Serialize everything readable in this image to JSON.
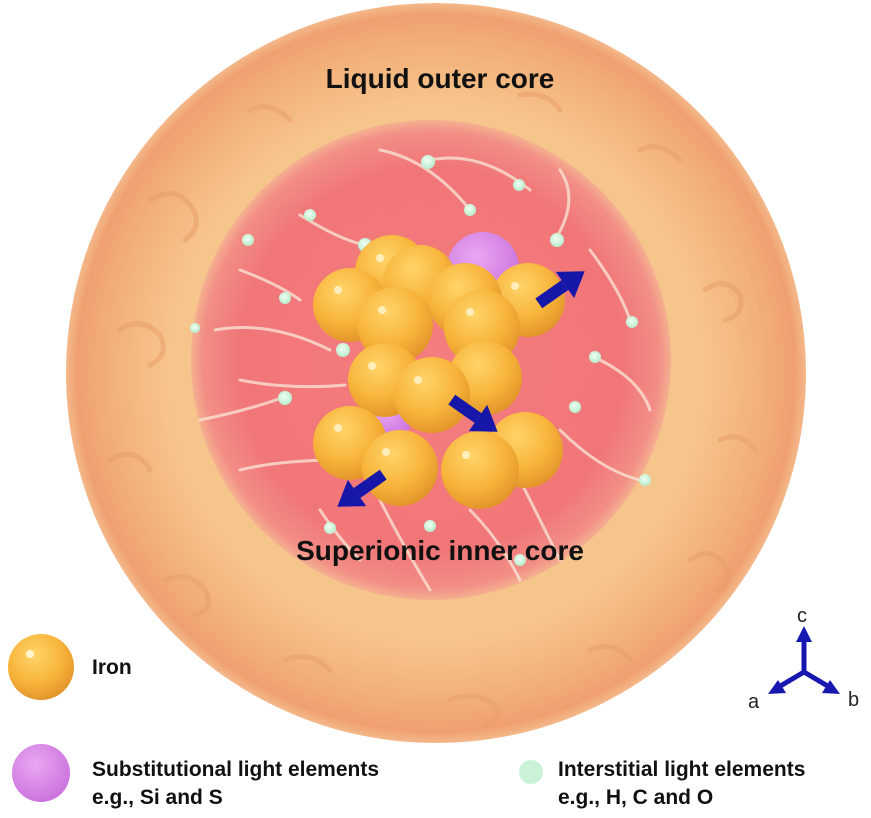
{
  "labels": {
    "outer_core": "Liquid outer core",
    "inner_core": "Superionic inner core"
  },
  "legend": {
    "iron": "Iron",
    "substitutional_line1": "Substitutional light elements",
    "substitutional_line2": "e.g., Si and S",
    "interstitial_line1": "Interstitial light elements",
    "interstitial_line2": "e.g., H, C and O"
  },
  "axes": {
    "a": "a",
    "b": "b",
    "c": "c"
  },
  "colors": {
    "outer_core": "#f5b57a",
    "inner_core": "#f07a7e",
    "iron": "#f6b53b",
    "substitutional": "#d985e8",
    "interstitial": "#c9f2d6",
    "arrow": "#1414a8"
  }
}
